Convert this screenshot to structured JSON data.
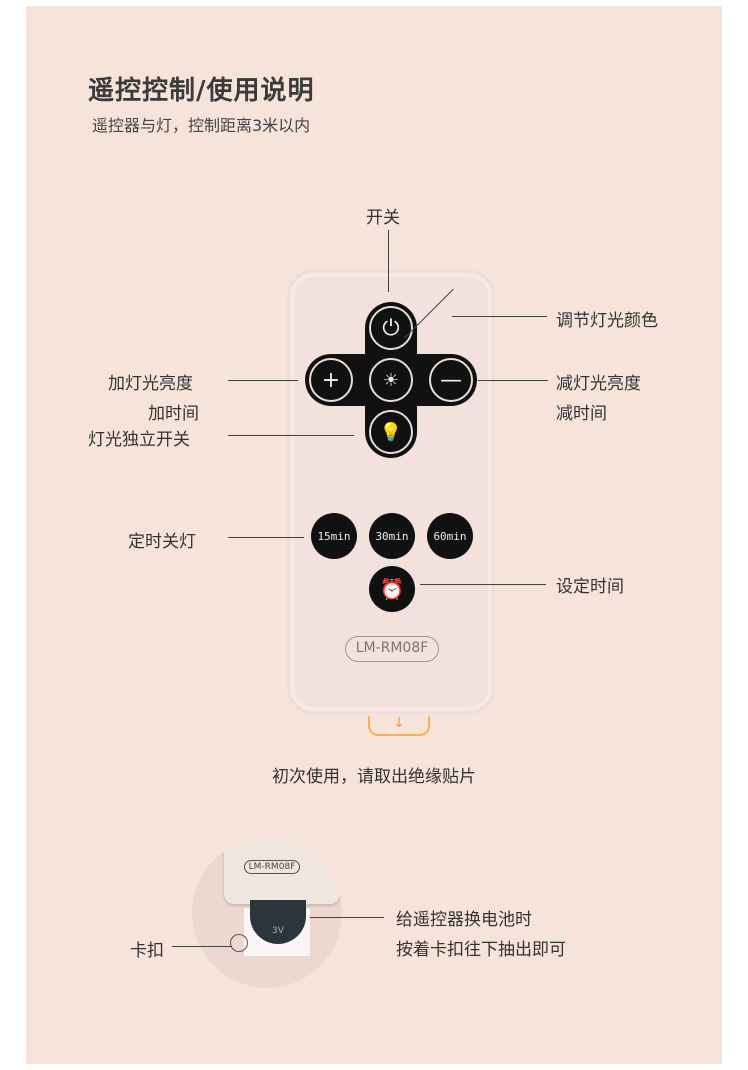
{
  "title": "遥控控制/使用说明",
  "subtitle": "遥控器与灯，控制距离3米以内",
  "remote": {
    "model": "LM-RM08F",
    "timer_buttons": [
      "15min",
      "30min",
      "60min"
    ]
  },
  "labels": {
    "power": "开关",
    "color": "调节灯光颜色",
    "brightness_up": "加灯光亮度",
    "time_up": "加时间",
    "brightness_down": "减灯光亮度",
    "time_down": "减时间",
    "light_only": "灯光独立开关",
    "timer_off": "定时关灯",
    "set_time": "设定时间"
  },
  "first_use": "初次使用，请取出绝缘贴片",
  "battery": {
    "model": "LM-RM08F",
    "clip": "卡扣",
    "line1": "给遥控器换电池时",
    "line2": "按着卡扣往下抽出即可"
  }
}
